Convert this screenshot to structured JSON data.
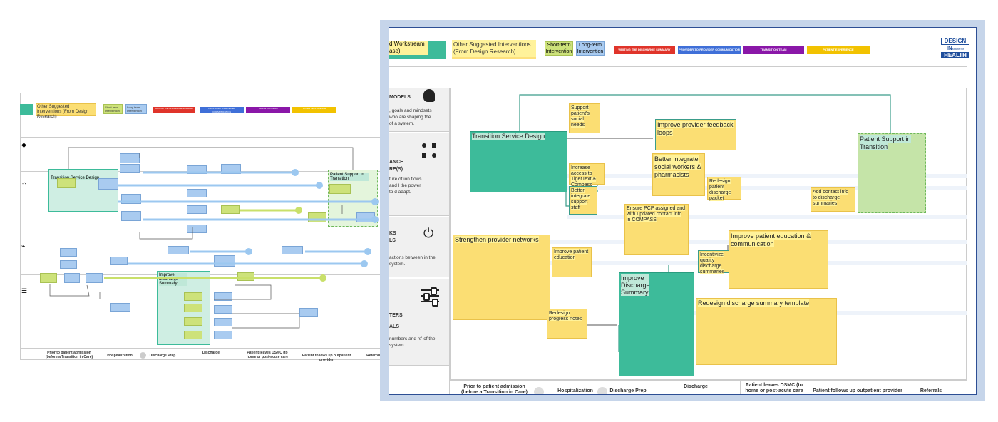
{
  "left_board": {
    "legend": {
      "other_interventions": "Other Suggested Interventions (From Design Research)",
      "short_term": "Short-term Intervention",
      "long_term": "Long-term Intervention",
      "tags": [
        {
          "label": "WRITING THE DISCHARGE SUMMARY",
          "color": "#e0342a"
        },
        {
          "label": "PROVIDER-TO-PROVIDER COMMUNICATION",
          "color": "#3f6fd8"
        },
        {
          "label": "TRANSITION TEAM",
          "color": "#8a17a8"
        },
        {
          "label": "PATIENT EXPERIENCE",
          "color": "#f2c200"
        }
      ]
    },
    "workstreams": {
      "transition_service_design": "Transition Service Design",
      "patient_support": "Patient Support in Transition",
      "improve_discharge": "Improve Discharge Summary"
    },
    "columns": [
      "Prior to patient admission (before a Transition in Care)",
      "Hospitalization",
      "Discharge Prep",
      "Discharge",
      "Patient leaves DSMC (to home or post-acute care",
      "Patient follows up outpatient provider",
      "Referrals"
    ]
  },
  "right_board": {
    "legend": {
      "workstream": "d Workstream ase)",
      "other_interventions": "Other Suggested Interventions (From Design Research)",
      "short_term": "Short-term Intervention",
      "long_term": "Long-term Intervention",
      "tags": [
        {
          "label": "WRITING THE DISCHARGE SUMMARY",
          "color": "#e0342a"
        },
        {
          "label": "PROVIDER-TO-PROVIDER COMMUNICATION",
          "color": "#3f6fd8"
        },
        {
          "label": "TRANSITION TEAM",
          "color": "#8a17a8"
        },
        {
          "label": "PATIENT EXPERIENCE",
          "color": "#f2c200"
        }
      ]
    },
    "logo": {
      "line1": "DESIGN",
      "line2": "IN",
      "line2b": "stitute for",
      "line3": "HEALTH"
    },
    "rows": [
      {
        "title": "MODELS",
        "desc": ", goals and mindsets who are shaping the of a system.",
        "icon": "head-gear-icon"
      },
      {
        "title": "ANCE RE(S)",
        "desc": "ture of ion flows and l the power to d adapt.",
        "icon": "flow-structure-icon"
      },
      {
        "title": "KS LS",
        "desc": "actions between in the system.",
        "icon": "plug-icon"
      },
      {
        "title": "TERS ALS",
        "desc": "numbers and rs' of the system.",
        "icon": "sliders-icon"
      }
    ],
    "notes": {
      "support_social": "Support patient's social needs",
      "transition_service_design": "Transition Service Design",
      "improve_feedback": "Improve provider feedback loops",
      "better_social": "Better integrate social workers & pharmacists",
      "increase_access": "Increase access to TigerText & Compass",
      "better_support": "Better integrate support staff",
      "redesign_packet": "Redesign patient discharge packet",
      "ensure_pcp": "Ensure PCP assigned and with updated contact info in COMPASS",
      "add_contact": "Add contact info to discharge summaries",
      "patient_support": "Patient Support in Transition",
      "strengthen": "Strengthen provider networks",
      "improve_education_small": "Improve patient education",
      "incentivize": "Incentivize quality discharge summaries",
      "improve_education": "Improve patient education & communication",
      "improve_discharge": "Improve Discharge Summary",
      "redesign_progress": "Redesign progress notes",
      "redesign_template": "Redesign discharge summary template"
    },
    "columns": [
      "Prior to patient admission (before a Transition in Care)",
      "Hospitalization",
      "Discharge Prep",
      "Discharge",
      "Patient leaves DSMC (to home or post-acute care",
      "Patient follows up outpatient provider",
      "Referrals"
    ]
  }
}
